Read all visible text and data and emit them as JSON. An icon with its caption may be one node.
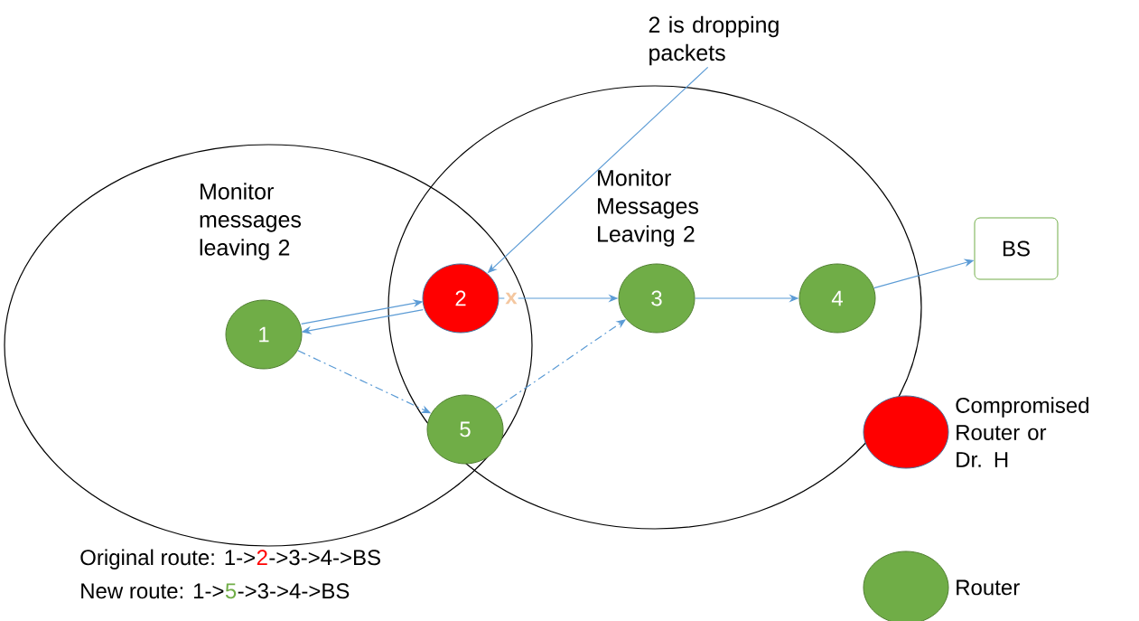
{
  "diagram": {
    "nodes": [
      {
        "text": [
          "Monitor messages leaving 2"
        ]
      },
      {
        "text": [
          "Monitor Messages Leaving 2"
        ]
      },
      {
        "text": [
          "1"
        ],
        "in": 0
      },
      {
        "text": [
          "2"
        ]
      },
      {
        "text": [
          "3"
        ],
        "in": 1
      },
      {
        "text": [
          "4"
        ],
        "in": 1
      },
      {
        "text": [
          "5"
        ]
      },
      {
        "text": [
          "BS"
        ]
      },
      {
        "text": [
          "2 is dropping packets"
        ]
      }
    ],
    "edges": [
      {
        "from": 2,
        "to": 3,
        "arrow": "to"
      },
      {
        "from": 3,
        "to": 2,
        "arrow": "to"
      },
      {
        "from": 3,
        "to": 4,
        "arrow": "to"
      },
      {
        "from": 4,
        "to": 5,
        "arrow": "to"
      },
      {
        "from": 5,
        "to": 7,
        "arrow": "to"
      },
      {
        "from": 2,
        "to": 6,
        "arrow": "to",
        "style": "dashed"
      },
      {
        "from": 6,
        "to": 4,
        "arrow": "to",
        "style": "dashed"
      },
      {
        "from": 8,
        "to": 3,
        "arrow": "to"
      }
    ],
    "labels": [
      "x",
      "Original route: 1->",
      "2",
      "->3->4->BS",
      "New route: 1->",
      "5",
      "->3->4->BS"
    ],
    "legend": [
      {
        "text": "Compromised Router or Dr. H",
        "color": "#ff0000"
      },
      {
        "text": "Router",
        "color": "#70ad47"
      }
    ]
  }
}
